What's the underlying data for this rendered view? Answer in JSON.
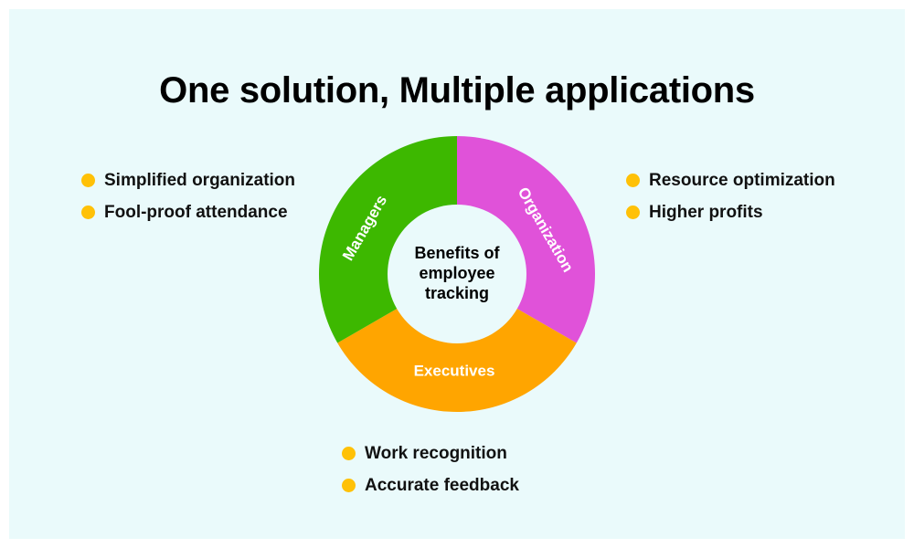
{
  "title": "One solution, Multiple applications",
  "center": {
    "line1": "Benefits of",
    "line2": "employee",
    "line3": "tracking"
  },
  "segments": [
    {
      "label": "Organization",
      "color": "#e052d9"
    },
    {
      "label": "Executives",
      "color": "#ffa500"
    },
    {
      "label": "Managers",
      "color": "#3db800"
    }
  ],
  "bullet_color": "#ffc107",
  "groups": {
    "managers": [
      "Simplified organization",
      "Fool-proof attendance"
    ],
    "organization": [
      "Resource optimization",
      "Higher profits"
    ],
    "executives": [
      "Work recognition",
      "Accurate feedback"
    ]
  }
}
